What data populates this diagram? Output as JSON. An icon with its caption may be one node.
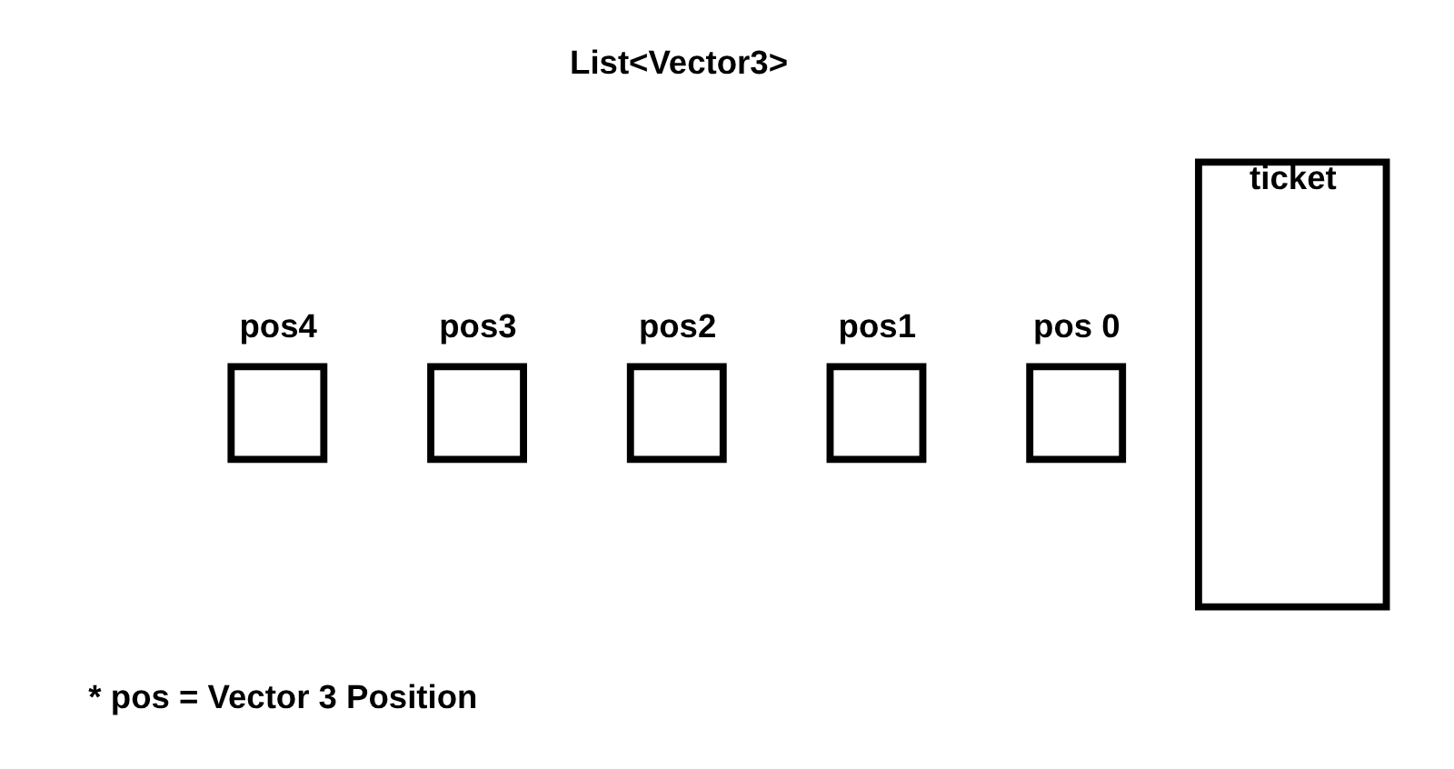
{
  "diagram": {
    "nodes": [
      {
        "text": [
          "pos4"
        ]
      },
      {
        "text": [
          "pos3"
        ]
      },
      {
        "text": [
          "pos2"
        ]
      },
      {
        "text": [
          "pos1"
        ]
      },
      {
        "text": [
          "pos 0"
        ]
      },
      {
        "text": [
          "ticket"
        ]
      }
    ],
    "edges": [],
    "labels": [
      "List<Vector3>",
      "* pos = Vector 3 Position"
    ]
  }
}
